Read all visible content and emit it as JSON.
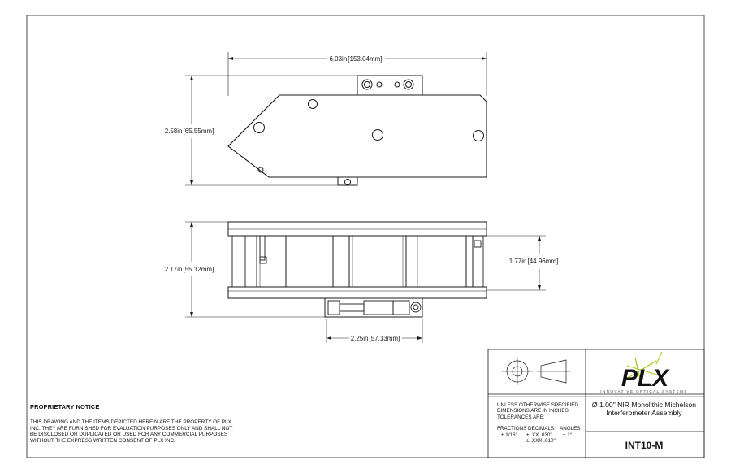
{
  "drawing": {
    "top_view": {
      "width_dim": "6.03in",
      "width_dim_mm": "153.04mm",
      "height_dim": "2.58in",
      "height_dim_mm": "65.55mm"
    },
    "front_view": {
      "height_dim": "2.17in",
      "height_dim_mm": "55.12mm",
      "inner_height_dim": "1.77in",
      "inner_height_dim_mm": "44.96mm",
      "base_width_dim": "2.25in",
      "base_width_dim_mm": "57.13mm"
    }
  },
  "notice": {
    "title": "PROPRIETARY NOTICE",
    "body": "THIS DRAWING AND THE ITEMS DEPICTED HEREIN ARE THE PROPERTY OF PLX INC. THEY ARE FURNISHED FOR EVALUATION PURPOSES ONLY AND SHALL NOT BE DISCLOSED OR DUPLICATED OR USED FOR ANY COMMERCIAL PURPOSES WITHOUT THE EXPRESS WRITTEN CONSENT OF PLX INC."
  },
  "title_block": {
    "tolerance_heading": "UNLESS OTHERWISE SPECIFIED DIMENSIONS ARE IN INCHES TOLERANCES ARE:",
    "fractions_label": "FRACTIONS",
    "fractions_value": "± 1/16\"",
    "decimals_label": "DECIMALS",
    "decimals_xx": "± .XX   .030\"",
    "decimals_xxx": "± .XXX  .010\"",
    "angles_label": "ANGLES",
    "angles_value": "± 1°",
    "logo_text": "PLX",
    "logo_tagline": "INNOVATIVE OPTICAL SYSTEMS",
    "description": "Ø 1.00\" NIR Monolithic Michelson Interferometer Assembly",
    "part_number": "INT10-M"
  },
  "colors": {
    "line": "#1a1a1a",
    "logo_accent": "#9ccc1a"
  }
}
